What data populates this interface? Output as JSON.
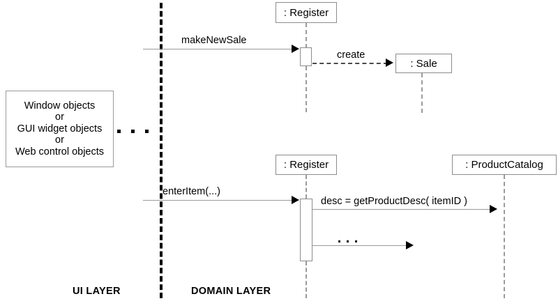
{
  "diagram": {
    "title": "UI Layer and Domain Layer sequence diagram",
    "colors": {
      "background": "#ffffff",
      "box_border": "#8c8c8c",
      "lifeline": "#9a9a9a",
      "message_line": "#9a9a9a",
      "arrow_fill": "#000000",
      "divider": "#000000"
    }
  },
  "ui_layer": {
    "caption": "UI LAYER",
    "group_box_lines": [
      "Window objects",
      "or",
      "GUI widget objects",
      "or",
      "Web control objects"
    ],
    "ellipsis": "• • •"
  },
  "domain_layer": {
    "caption": "DOMAIN LAYER"
  },
  "participants": [
    {
      "id": "register-top",
      "label": ": Register"
    },
    {
      "id": "sale",
      "label": ": Sale"
    },
    {
      "id": "register-bottom",
      "label": ": Register"
    },
    {
      "id": "product-catalog",
      "label": ": ProductCatalog"
    }
  ],
  "messages": [
    {
      "id": "make-new-sale",
      "label": "makeNewSale",
      "style": "solid"
    },
    {
      "id": "create",
      "label": "create",
      "style": "dashed"
    },
    {
      "id": "enter-item",
      "label": "enterItem(...)",
      "style": "solid"
    },
    {
      "id": "get-product-desc",
      "label": "desc = getProductDesc( itemID )",
      "style": "solid"
    },
    {
      "id": "more-messages",
      "label": "• • •",
      "style": "solid"
    }
  ]
}
